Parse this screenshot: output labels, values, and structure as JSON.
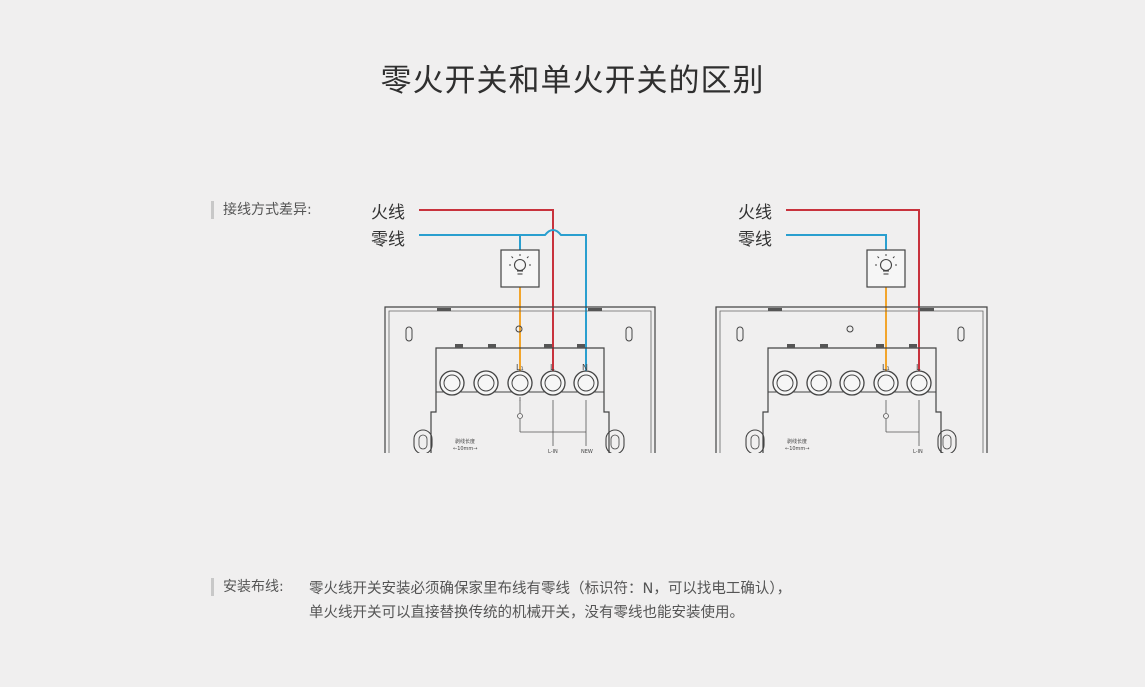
{
  "title": "零火开关和单火开关的区别",
  "wiring_label": "接线方式差异:",
  "install_label": "安装布线:",
  "install_notes": [
    "零火线开关安装必须确保家里布线有零线（标识符：N，可以找电工确认），",
    "单火线开关可以直接替换传统的机械开关，没有零线也能安装使用。"
  ],
  "colors": {
    "live": "#c8323c",
    "neutral": "#2a9fcf",
    "load": "#f2a52c",
    "outline": "#444444"
  },
  "left_diagram": {
    "live_label": "火线",
    "neutral_label": "零线",
    "terminals": [
      "L₁",
      "L",
      "N"
    ],
    "strip_text": "剥线长度",
    "strip_len": "←10mm→",
    "bottom_marks": [
      "L-IN",
      "NEW"
    ]
  },
  "right_diagram": {
    "live_label": "火线",
    "neutral_label": "零线",
    "terminals": [
      "L₁",
      "L"
    ],
    "strip_text": "剥线长度",
    "strip_len": "←10mm→",
    "bottom_marks": [
      "L-IN"
    ]
  }
}
